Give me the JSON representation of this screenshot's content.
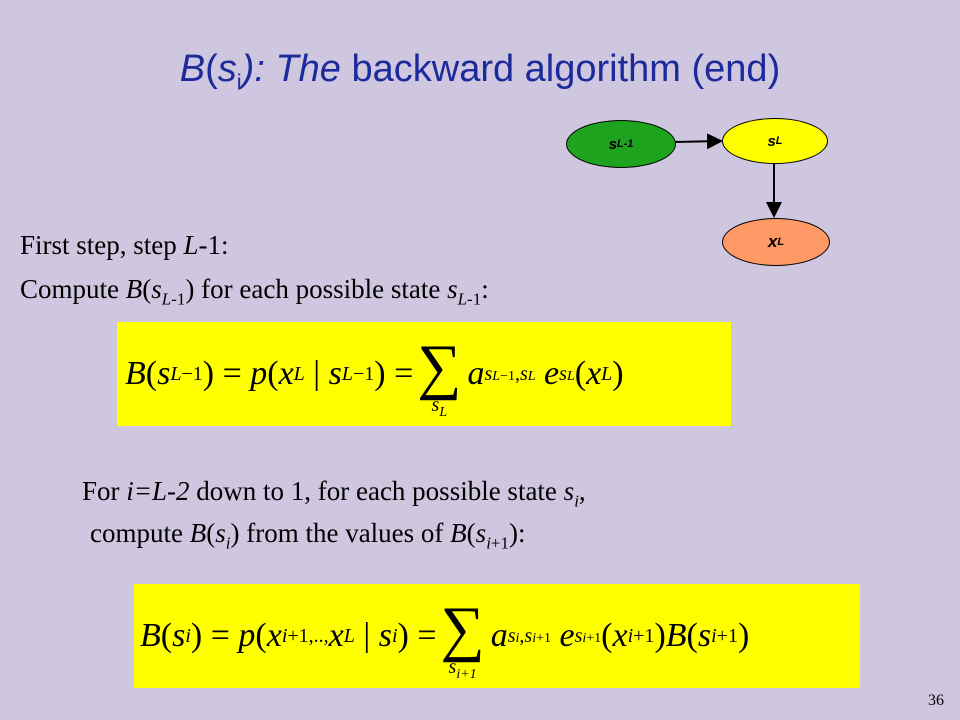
{
  "title": {
    "b": "B",
    "open": "(",
    "s": "s",
    "i": "i",
    "close_the": "): The",
    "rest": " backward algorithm (end)"
  },
  "diagram": {
    "node1": {
      "base": "s",
      "sub": "L-1"
    },
    "node2": {
      "base": "s",
      "sub": "L"
    },
    "node3": {
      "base": "x",
      "sub": "L"
    },
    "colors": {
      "node1": "#1ea31e",
      "node2": "#ffff00",
      "node3": "#ff9966"
    }
  },
  "first_step": {
    "prefix": "First step, step ",
    "var": "L",
    "suffix": "-1:"
  },
  "compute_line": {
    "pre": "Compute ",
    "b": "B",
    "open": "(",
    "s": "s",
    "sub": "L",
    "sub_suffix": "-1",
    "mid": ") for each possible state ",
    "s2": "s",
    "sub2": "L",
    "sub2_suffix": "-1",
    "end": ":"
  },
  "for_line": {
    "pre": "For ",
    "cond": "i=L-2",
    "mid": " down to 1, for each possible state ",
    "s": "s",
    "sub": "i",
    "end": ","
  },
  "compute_from_line": {
    "pre": "compute ",
    "b": "B",
    "open": "(",
    "s": "s",
    "sub": "i",
    "mid": ") from the values of ",
    "b2": "B",
    "open2": "(",
    "s2": "s",
    "sub2": "i",
    "sub2_suffix": "+1",
    "end": "):"
  },
  "page_number": "36",
  "colors": {
    "background": "#cfc6df",
    "title": "#1d2a9c",
    "formula_box": "#ffff00"
  }
}
